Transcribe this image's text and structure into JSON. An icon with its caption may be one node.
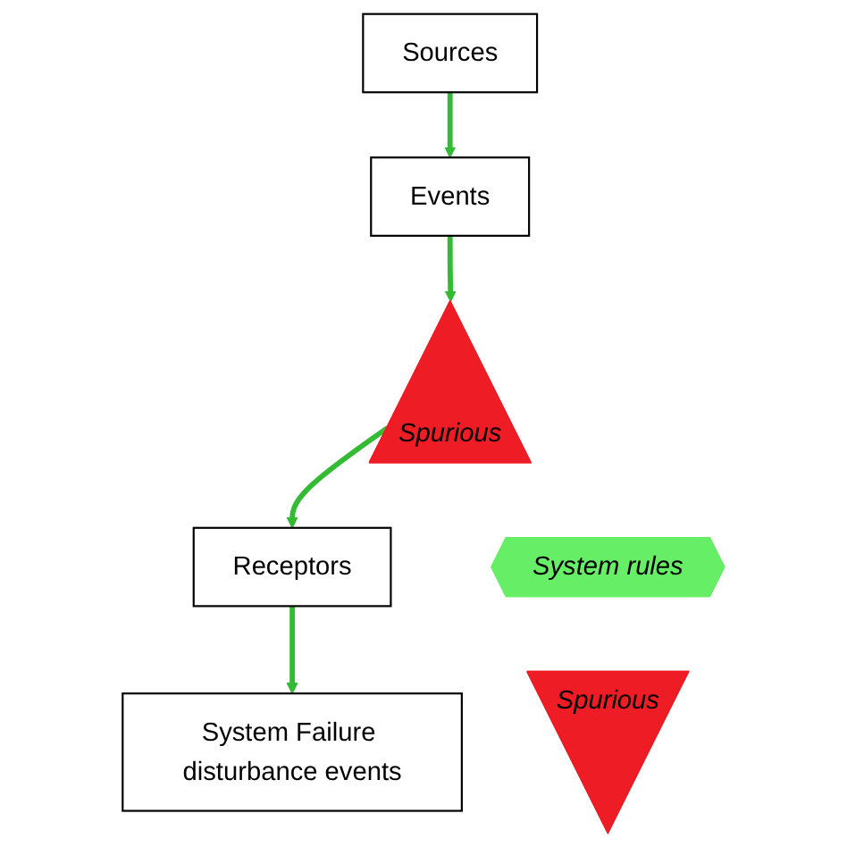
{
  "diagram": {
    "nodes": [
      {
        "text": [
          "Sources"
        ]
      },
      {
        "text": [
          "Events"
        ]
      },
      {
        "text": [
          "Spurious"
        ]
      },
      {
        "text": [
          "System rules"
        ]
      },
      {
        "text": [
          "Spurious"
        ]
      },
      {
        "text": [
          "Receptors"
        ]
      },
      {
        "text": [
          "System Failure disturbance events"
        ]
      }
    ],
    "edges": [
      {
        "from": 0,
        "to": 1,
        "arrow": "to"
      },
      {
        "from": 1,
        "to": 2,
        "arrow": "to"
      },
      {
        "from": 2,
        "to": 5,
        "arrow": "to"
      },
      {
        "from": 5,
        "to": 6,
        "arrow": "to"
      }
    ]
  }
}
